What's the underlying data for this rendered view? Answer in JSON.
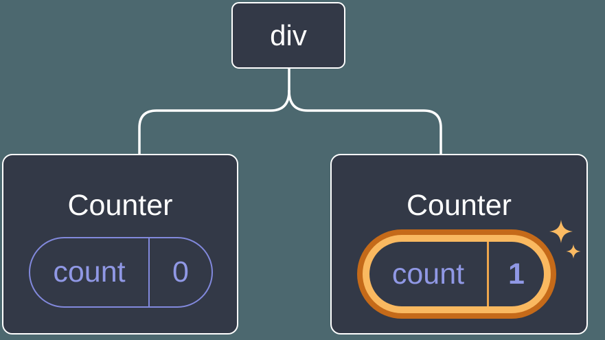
{
  "diagram": {
    "root_node": {
      "label": "div"
    },
    "cards": [
      {
        "title": "Counter",
        "state": {
          "key": "count",
          "value": "0"
        },
        "highlighted": false
      },
      {
        "title": "Counter",
        "state": {
          "key": "count",
          "value": "1"
        },
        "highlighted": true
      }
    ],
    "icons": [
      "sparkle-icon-large",
      "sparkle-icon-small"
    ]
  },
  "colors": {
    "background": "#4C686F",
    "node_fill": "#333947",
    "node_border": "#FFFFFF",
    "text_primary": "#FFFFFF",
    "state_accent": "#9098E5",
    "state_border": "#8289DD",
    "highlight_outer": "#C56A19",
    "highlight_inner": "#FAB960",
    "highlight_divider": "#EFA64C",
    "sparkle": "#FBBB63"
  }
}
